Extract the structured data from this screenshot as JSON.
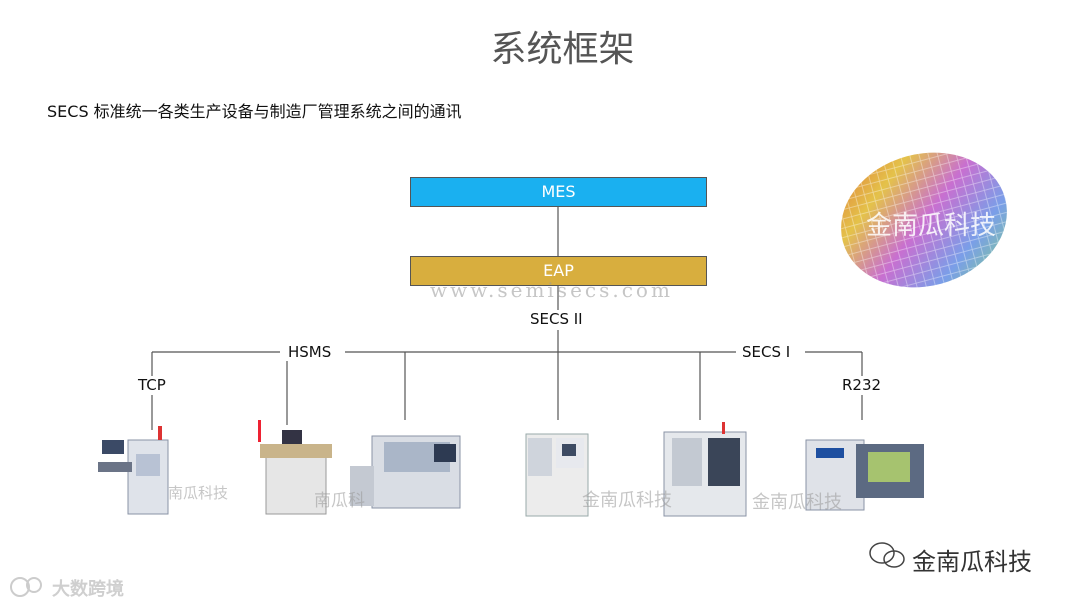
{
  "title": "系统框架",
  "subtitle": "SECS 标准统一各类生产设备与制造厂管理系统之间的通讯",
  "boxes": {
    "mes": {
      "label": "MES",
      "color": "#1ab0f0"
    },
    "eap": {
      "label": "EAP",
      "color": "#d8ae3e"
    }
  },
  "protocol_labels": {
    "secs2": "SECS II",
    "hsms": "HSMS",
    "secs1": "SECS I",
    "tcp": "TCP",
    "r232": "R232"
  },
  "equipment": [
    {
      "id": "machine-1"
    },
    {
      "id": "machine-2"
    },
    {
      "id": "machine-3"
    },
    {
      "id": "machine-4"
    },
    {
      "id": "machine-5"
    },
    {
      "id": "machine-6"
    }
  ],
  "watermarks": {
    "url": "www.semisecs.com",
    "brand_fragments": [
      "南瓜科技",
      "南瓜科",
      "金南瓜科技",
      "金南瓜科技"
    ],
    "wafer_brand": "金南瓜科技",
    "bottom_right": "金南瓜科技",
    "bottom_left": "大数跨境"
  }
}
